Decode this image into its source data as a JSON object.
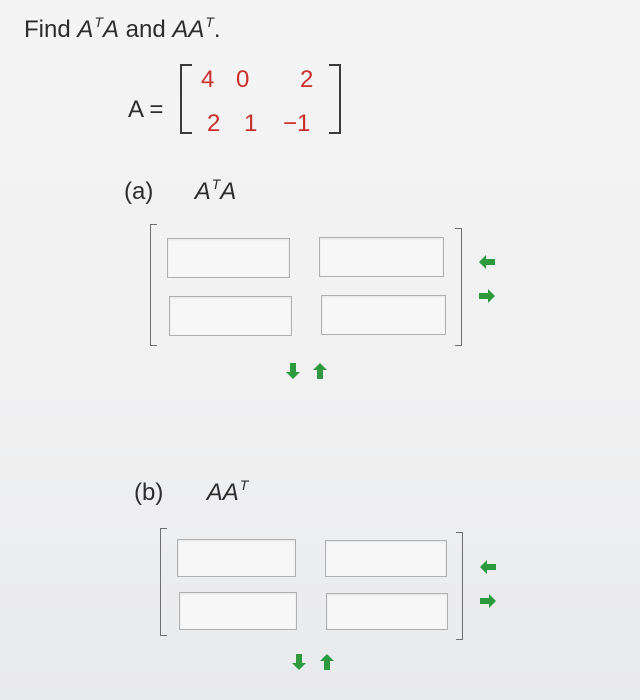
{
  "header": {
    "find": "Find",
    "a1": "A",
    "t1": "T",
    "a2": "A",
    "and": "and",
    "a3": "AA",
    "t2": "T",
    "period": "."
  },
  "matrix": {
    "label": "A =",
    "rows": [
      [
        "4",
        "0",
        "2"
      ],
      [
        "2",
        "1",
        "−1"
      ]
    ]
  },
  "part_a": {
    "label": "(a)",
    "base1": "A",
    "sup": "T",
    "base2": "A"
  },
  "part_b": {
    "label": "(b)",
    "base1": "AA",
    "sup": "T"
  },
  "colors": {
    "accent": "#2e9a3e",
    "matrix_numbers": "#c9302c"
  },
  "icons": {
    "remove_column": "arrow-left-icon",
    "add_column": "arrow-right-icon",
    "remove_row": "arrow-down-icon",
    "add_row": "arrow-up-icon"
  }
}
